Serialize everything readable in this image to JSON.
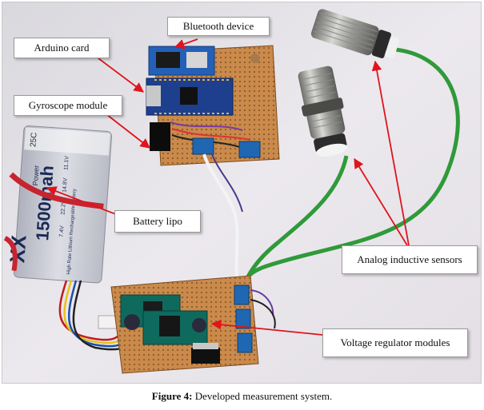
{
  "labels": {
    "bluetooth": "Bluetooth device",
    "arduino": "Arduino card",
    "gyroscope": "Gyroscope module",
    "battery": "Battery lipo",
    "sensors": "Analog inductive sensors",
    "regulators": "Voltage regulator modules"
  },
  "battery_print": {
    "capacity": "1500mah",
    "rating": "25C",
    "power": "Power",
    "brand": "XX",
    "rechargeable": "High Rate Lithium Rechargeable Battery",
    "v1": "11.1V",
    "v2": "14.8V",
    "v3": "22.2V",
    "v4": "7.4V"
  },
  "caption": {
    "label": "Figure 4:",
    "text": " Developed measurement system."
  },
  "colors": {
    "arrow": "#e0141c",
    "cable_green": "#2f9a3a",
    "pcb_green": "#0f6a5e",
    "arduino_blue": "#1d3f8e",
    "bluetooth_blue": "#2560b8",
    "perfboard": "#c98a4b",
    "battery_body": "#c7c9d2",
    "sensor_metal": "#a9a9a6"
  }
}
